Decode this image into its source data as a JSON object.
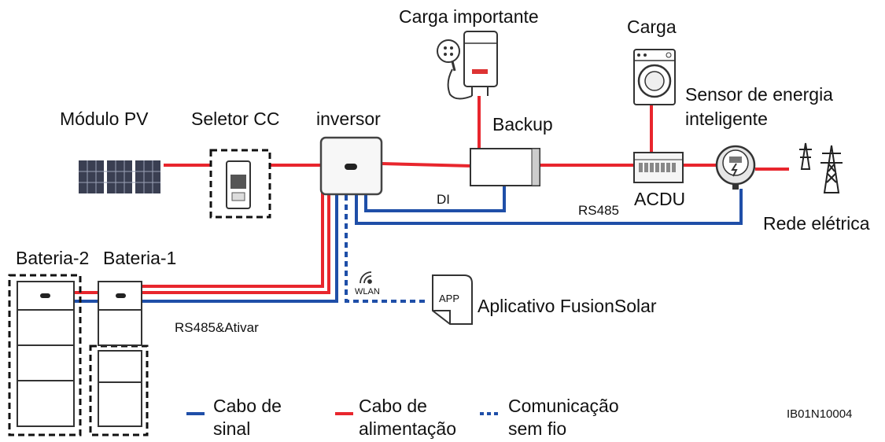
{
  "labels": {
    "modulo_pv": "Módulo PV",
    "seletor_cc": "Seletor CC",
    "inversor": "inversor",
    "carga_importante": "Carga importante",
    "backup": "Backup",
    "carga": "Carga",
    "sensor_line1": "Sensor de energia",
    "sensor_line2": "inteligente",
    "acdu": "ACDU",
    "rede_eletrica": "Rede elétrica",
    "di": "DI",
    "rs485": "RS485",
    "bateria_2": "Bateria-2",
    "bateria_1": "Bateria-1",
    "rs485_ativar": "RS485&Ativar",
    "wlan": "WLAN",
    "app_icon": "APP",
    "aplicativo": "Aplicativo FusionSolar",
    "code": "IB01N10004"
  },
  "legend": [
    {
      "line1": "Cabo de",
      "line2": "sinal",
      "color": "#1f4fa8",
      "style": "solid"
    },
    {
      "line1": "Cabo de",
      "line2": "alimentação",
      "color": "#e8262d",
      "style": "solid"
    },
    {
      "line1": "Comunicação",
      "line2": "sem fio",
      "color": "#1f4fa8",
      "style": "dashed"
    }
  ],
  "colors": {
    "power": "#e8262d",
    "signal": "#1f4fa8"
  },
  "icons": [
    "solar-panel-icon",
    "dc-switch-icon",
    "inverter-icon",
    "water-heater-icon",
    "backup-box-icon",
    "washing-machine-icon",
    "acdu-icon",
    "smart-meter-icon",
    "power-tower-icon",
    "battery-icon",
    "wifi-icon",
    "app-icon"
  ]
}
